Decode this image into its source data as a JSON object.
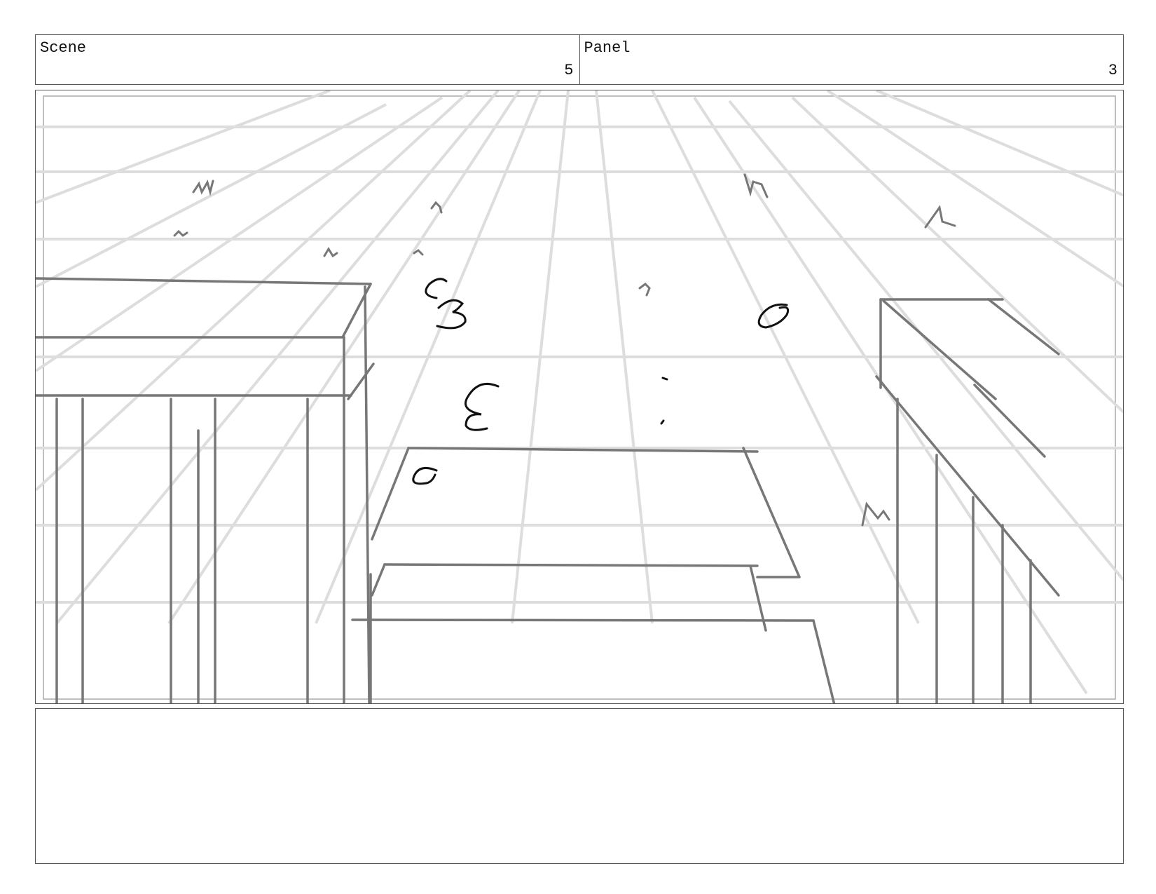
{
  "header": {
    "scene_label": "Scene",
    "scene_number": "5",
    "panel_label": "Panel",
    "panel_number": "3"
  },
  "notes": {
    "text": ""
  },
  "colors": {
    "border": "#555555",
    "sketch_stroke": "#777777",
    "perspective_guide": "#dddddd",
    "ink": "#111111"
  }
}
